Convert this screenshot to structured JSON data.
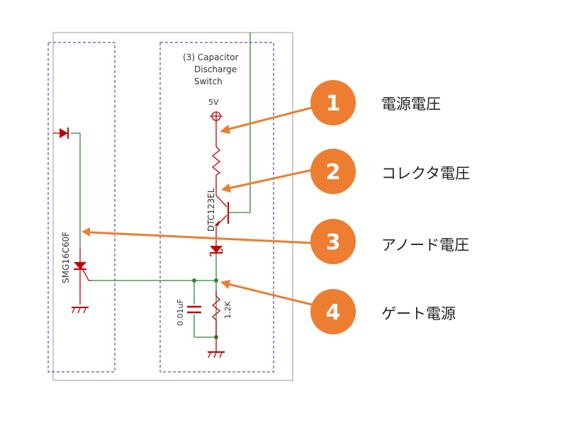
{
  "schematic": {
    "block_title": [
      "(3) Capacitor",
      "Discharge",
      "Switch"
    ],
    "supply_label": "5V",
    "transistor_label": "DTC123EL",
    "thyristor_label": "SMG16C60F",
    "capacitor_label": "0.01uF",
    "resistor_label": "1.2K"
  },
  "callouts": [
    {
      "number": "1",
      "label": "電源電圧"
    },
    {
      "number": "2",
      "label": "コレクタ電圧"
    },
    {
      "number": "3",
      "label": "アノード電圧"
    },
    {
      "number": "4",
      "label": "ゲート電源"
    }
  ],
  "colors": {
    "accent": "#ED7D31",
    "wire": "#2E8B2E",
    "component": "#C00000",
    "box": "#1F1F8F"
  }
}
